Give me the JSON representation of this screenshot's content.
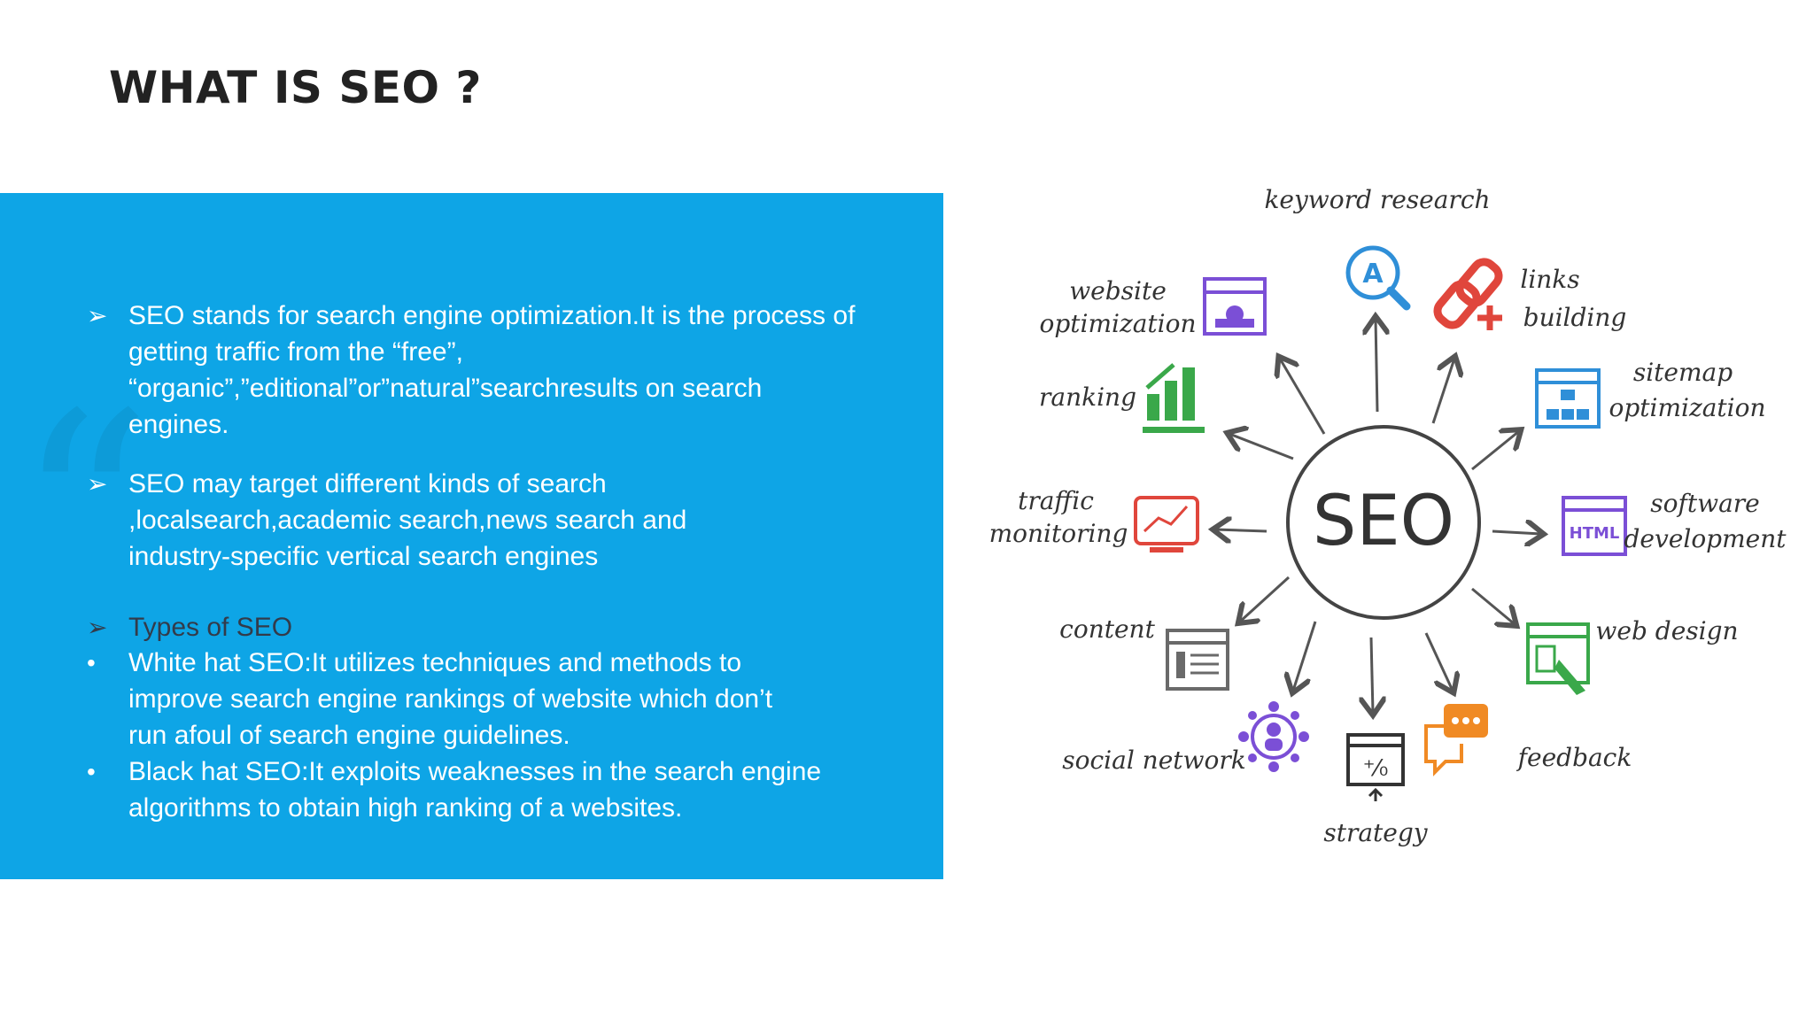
{
  "slide": {
    "title": "WHAT IS SEO ?",
    "bullets": [
      {
        "marker": "➢",
        "lines": [
          "SEO stands for search engine optimization.It is the process of",
          "getting traffic from the “free”,",
          "“organic”,”editional”or”natural”searchresults on search",
          "engines."
        ]
      },
      {
        "marker": "➢",
        "lines": [
          "SEO may target different kinds of search",
          ",localsearch,academic search,news search and",
          "industry-specific vertical search engines"
        ]
      },
      {
        "marker": "➢",
        "lines": [
          "Types of SEO"
        ]
      },
      {
        "marker": "•",
        "lines": [
          "White hat SEO:It utilizes techniques and methods to",
          "improve search engine rankings of website which don’t",
          "run afoul of search engine guidelines."
        ]
      },
      {
        "marker": "•",
        "lines": [
          "Black hat SEO:It exploits weaknesses in the search engine",
          "algorithms to obtain high ranking of a websites."
        ]
      }
    ]
  },
  "diagram": {
    "center": "SEO",
    "labels": {
      "keyword_research": "keyword research",
      "website_1": "website",
      "website_2": "optimization",
      "links_1": "links",
      "links_2": "building",
      "ranking": "ranking",
      "sitemap_1": "sitemap",
      "sitemap_2": "optimization",
      "traffic_1": "traffic",
      "traffic_2": "monitoring",
      "software_1": "software",
      "software_2": "development",
      "content": "content",
      "web_design": "web design",
      "social_network": "social network",
      "feedback": "feedback",
      "strategy": "strategy",
      "html_badge": "HTML",
      "keyword_badge": "A"
    },
    "colors": {
      "panel": "#0ea5e6",
      "blue_icon": "#2f8fd8",
      "red_icon": "#e0463c",
      "purple_icon": "#7b4fd6",
      "green_icon": "#3aa84a",
      "orange_icon": "#f08a24",
      "gray_icon": "#6a6a6a"
    }
  }
}
